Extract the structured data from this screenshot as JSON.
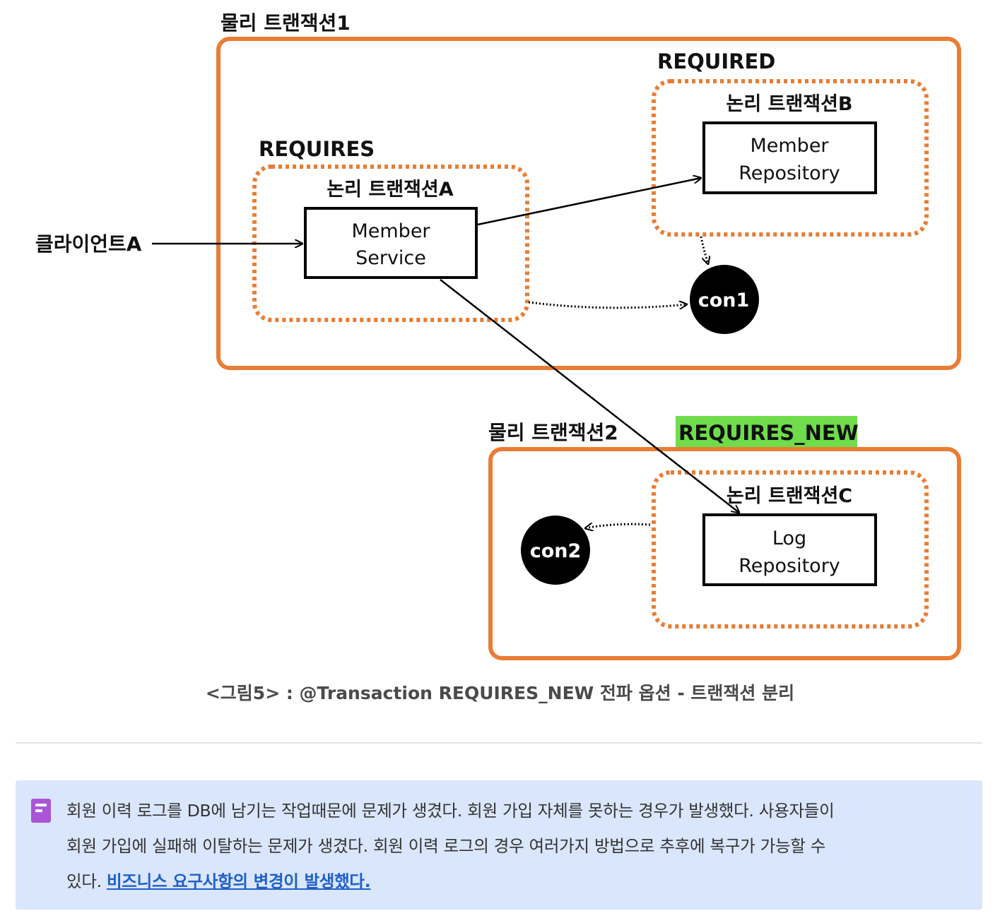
{
  "diagram": {
    "physical_tx_1": "물리 트랜잭션1",
    "physical_tx_2": "물리 트랜잭션2",
    "label_required": "REQUIRED",
    "label_requires": "REQUIRES",
    "label_requires_new": "REQUIRES_NEW",
    "logical_tx_a": "논리 트랜잭션A",
    "logical_tx_b": "논리 트랜잭션B",
    "logical_tx_c": "논리 트랜잭션C",
    "client": "클라이언트A",
    "member_service": [
      "Member",
      "Service"
    ],
    "member_repository": [
      "Member",
      "Repository"
    ],
    "log_repository": [
      "Log",
      "Repository"
    ],
    "con1": "con1",
    "con2": "con2",
    "colors": {
      "orange": "#e97d34",
      "green": "#6fdc4b",
      "black": "#000000"
    }
  },
  "caption": "<그림5> : @Transaction REQUIRES_NEW 전파 옵션 - 트랜잭션 분리",
  "callout": {
    "icon": "note-icon",
    "text_lines": [
      "회원 이력 로그를 DB에 남기는 작업때문에 문제가 생겼다. 회원 가입 자체를 못하는 경우가 발생했다. 사용자들이",
      "회원 가입에 실패해 이탈하는 문제가 생겼다. 회원 이력 로그의 경우 여러가지 방법으로 추후에 복구가 가능할 수",
      "있다. "
    ],
    "link_text": "비즈니스 요구사항의 변경이 발생했다."
  }
}
